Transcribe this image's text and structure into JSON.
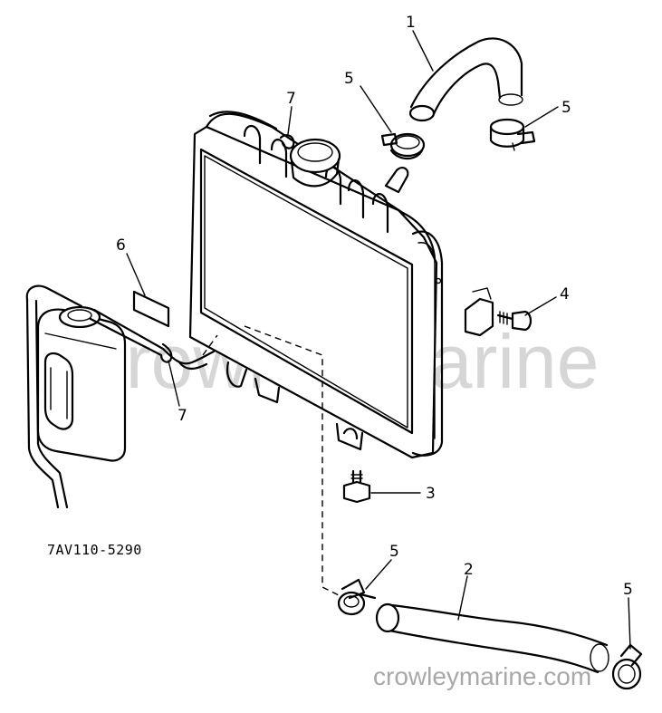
{
  "diagram": {
    "part_code": "7AV110-5290",
    "watermark": "Crowley Marine",
    "site_label": "crowleymarine.com",
    "callouts": [
      {
        "id": "hose-upper",
        "label": "1"
      },
      {
        "id": "hose-lower",
        "label": "2"
      },
      {
        "id": "bolt-bottom",
        "label": "3"
      },
      {
        "id": "bolt-bracket",
        "label": "4"
      },
      {
        "id": "clamp-upper-left",
        "label": "5"
      },
      {
        "id": "clamp-upper-right",
        "label": "5"
      },
      {
        "id": "clamp-lower-left",
        "label": "5"
      },
      {
        "id": "clamp-lower-right",
        "label": "5"
      },
      {
        "id": "band",
        "label": "6"
      },
      {
        "id": "clip-cap",
        "label": "7"
      },
      {
        "id": "clip-tube",
        "label": "7"
      }
    ]
  }
}
